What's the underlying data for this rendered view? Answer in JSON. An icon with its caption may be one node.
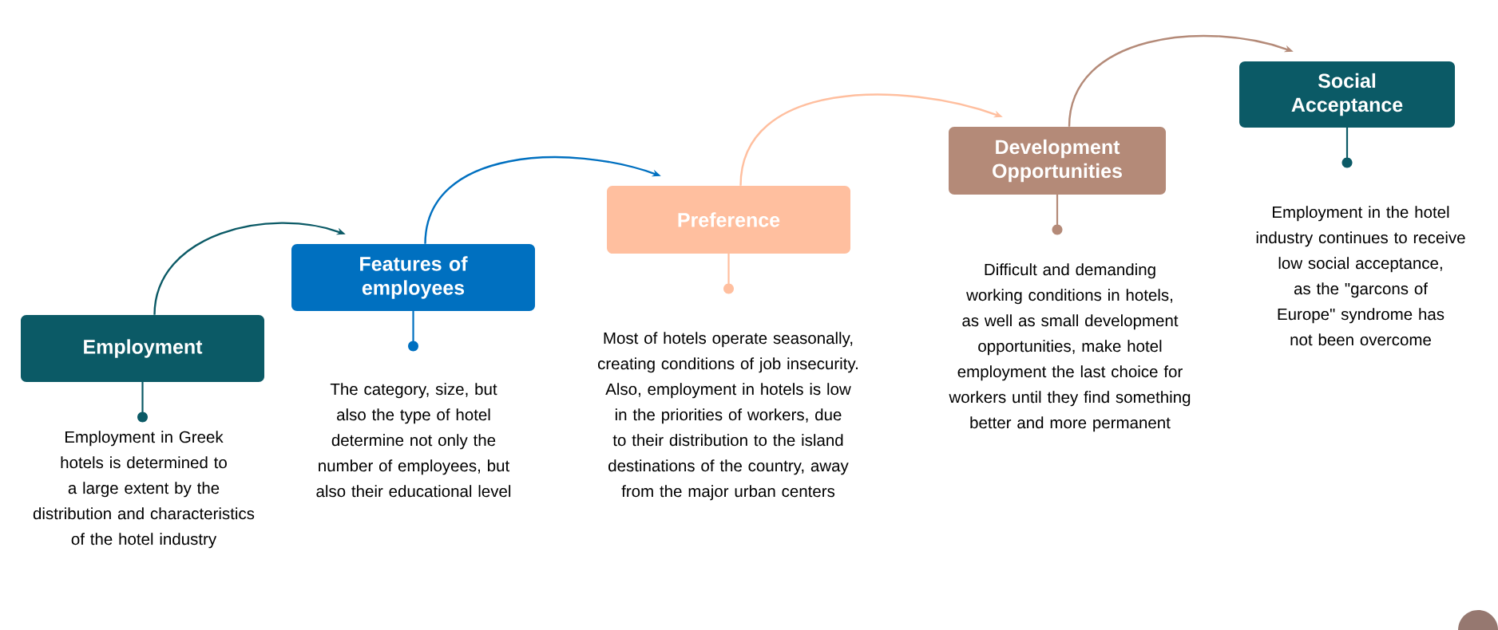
{
  "diagram": {
    "nodes": [
      {
        "text": [
          "Employment"
        ]
      },
      {
        "text": [
          "Features of employees"
        ]
      },
      {
        "text": [
          "Preference"
        ]
      },
      {
        "text": [
          "Development Opportunities"
        ]
      },
      {
        "text": [
          "Social Acceptance"
        ]
      }
    ],
    "edges": [
      {
        "from": 0,
        "to": 1,
        "arrow": "to",
        "color": "#0b5a66"
      },
      {
        "from": 1,
        "to": 2,
        "arrow": "to",
        "color": "#0070c0"
      },
      {
        "from": 2,
        "to": 3,
        "arrow": "to",
        "color": "#ffbf9f"
      },
      {
        "from": 3,
        "to": 4,
        "arrow": "to",
        "color": "#b48a78"
      }
    ],
    "labels": [
      "Employment in Greek hotels is determined to a large extent by the distribution and characteristics of the hotel industry",
      "The category, size, but also the type of hotel determine not only the number of employees, but also their educational level",
      "Most of hotels operate seasonally, creating conditions of job insecurity. Also, employment in hotels is low in the priorities of workers, due to their distribution to the island destinations of the country, away from the major urban centers",
      "Difficult and demanding working conditions in hotels, as well as small development opportunities, make hotel employment the last choice for workers until they find something better and more permanent",
      "Employment in the hotel industry continues to receive low social acceptance, as the \"garcons of Europe\" syndrome has not been overcome"
    ]
  }
}
